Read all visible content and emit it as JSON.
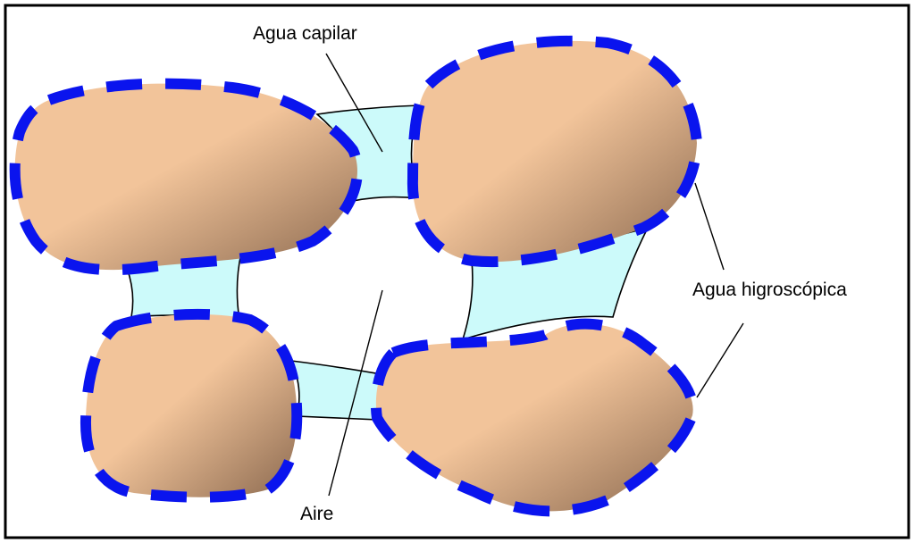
{
  "labels": {
    "capillary": "Agua capilar",
    "hygroscopic": "Agua higroscópica",
    "air": "Aire"
  },
  "colors": {
    "particle_light": "#f2c49a",
    "particle_dark": "#8c6a50",
    "hygroscopic_film": "#0a14ee",
    "capillary_water": "#ccfafa",
    "frame": "#000000",
    "background": "#ffffff"
  }
}
